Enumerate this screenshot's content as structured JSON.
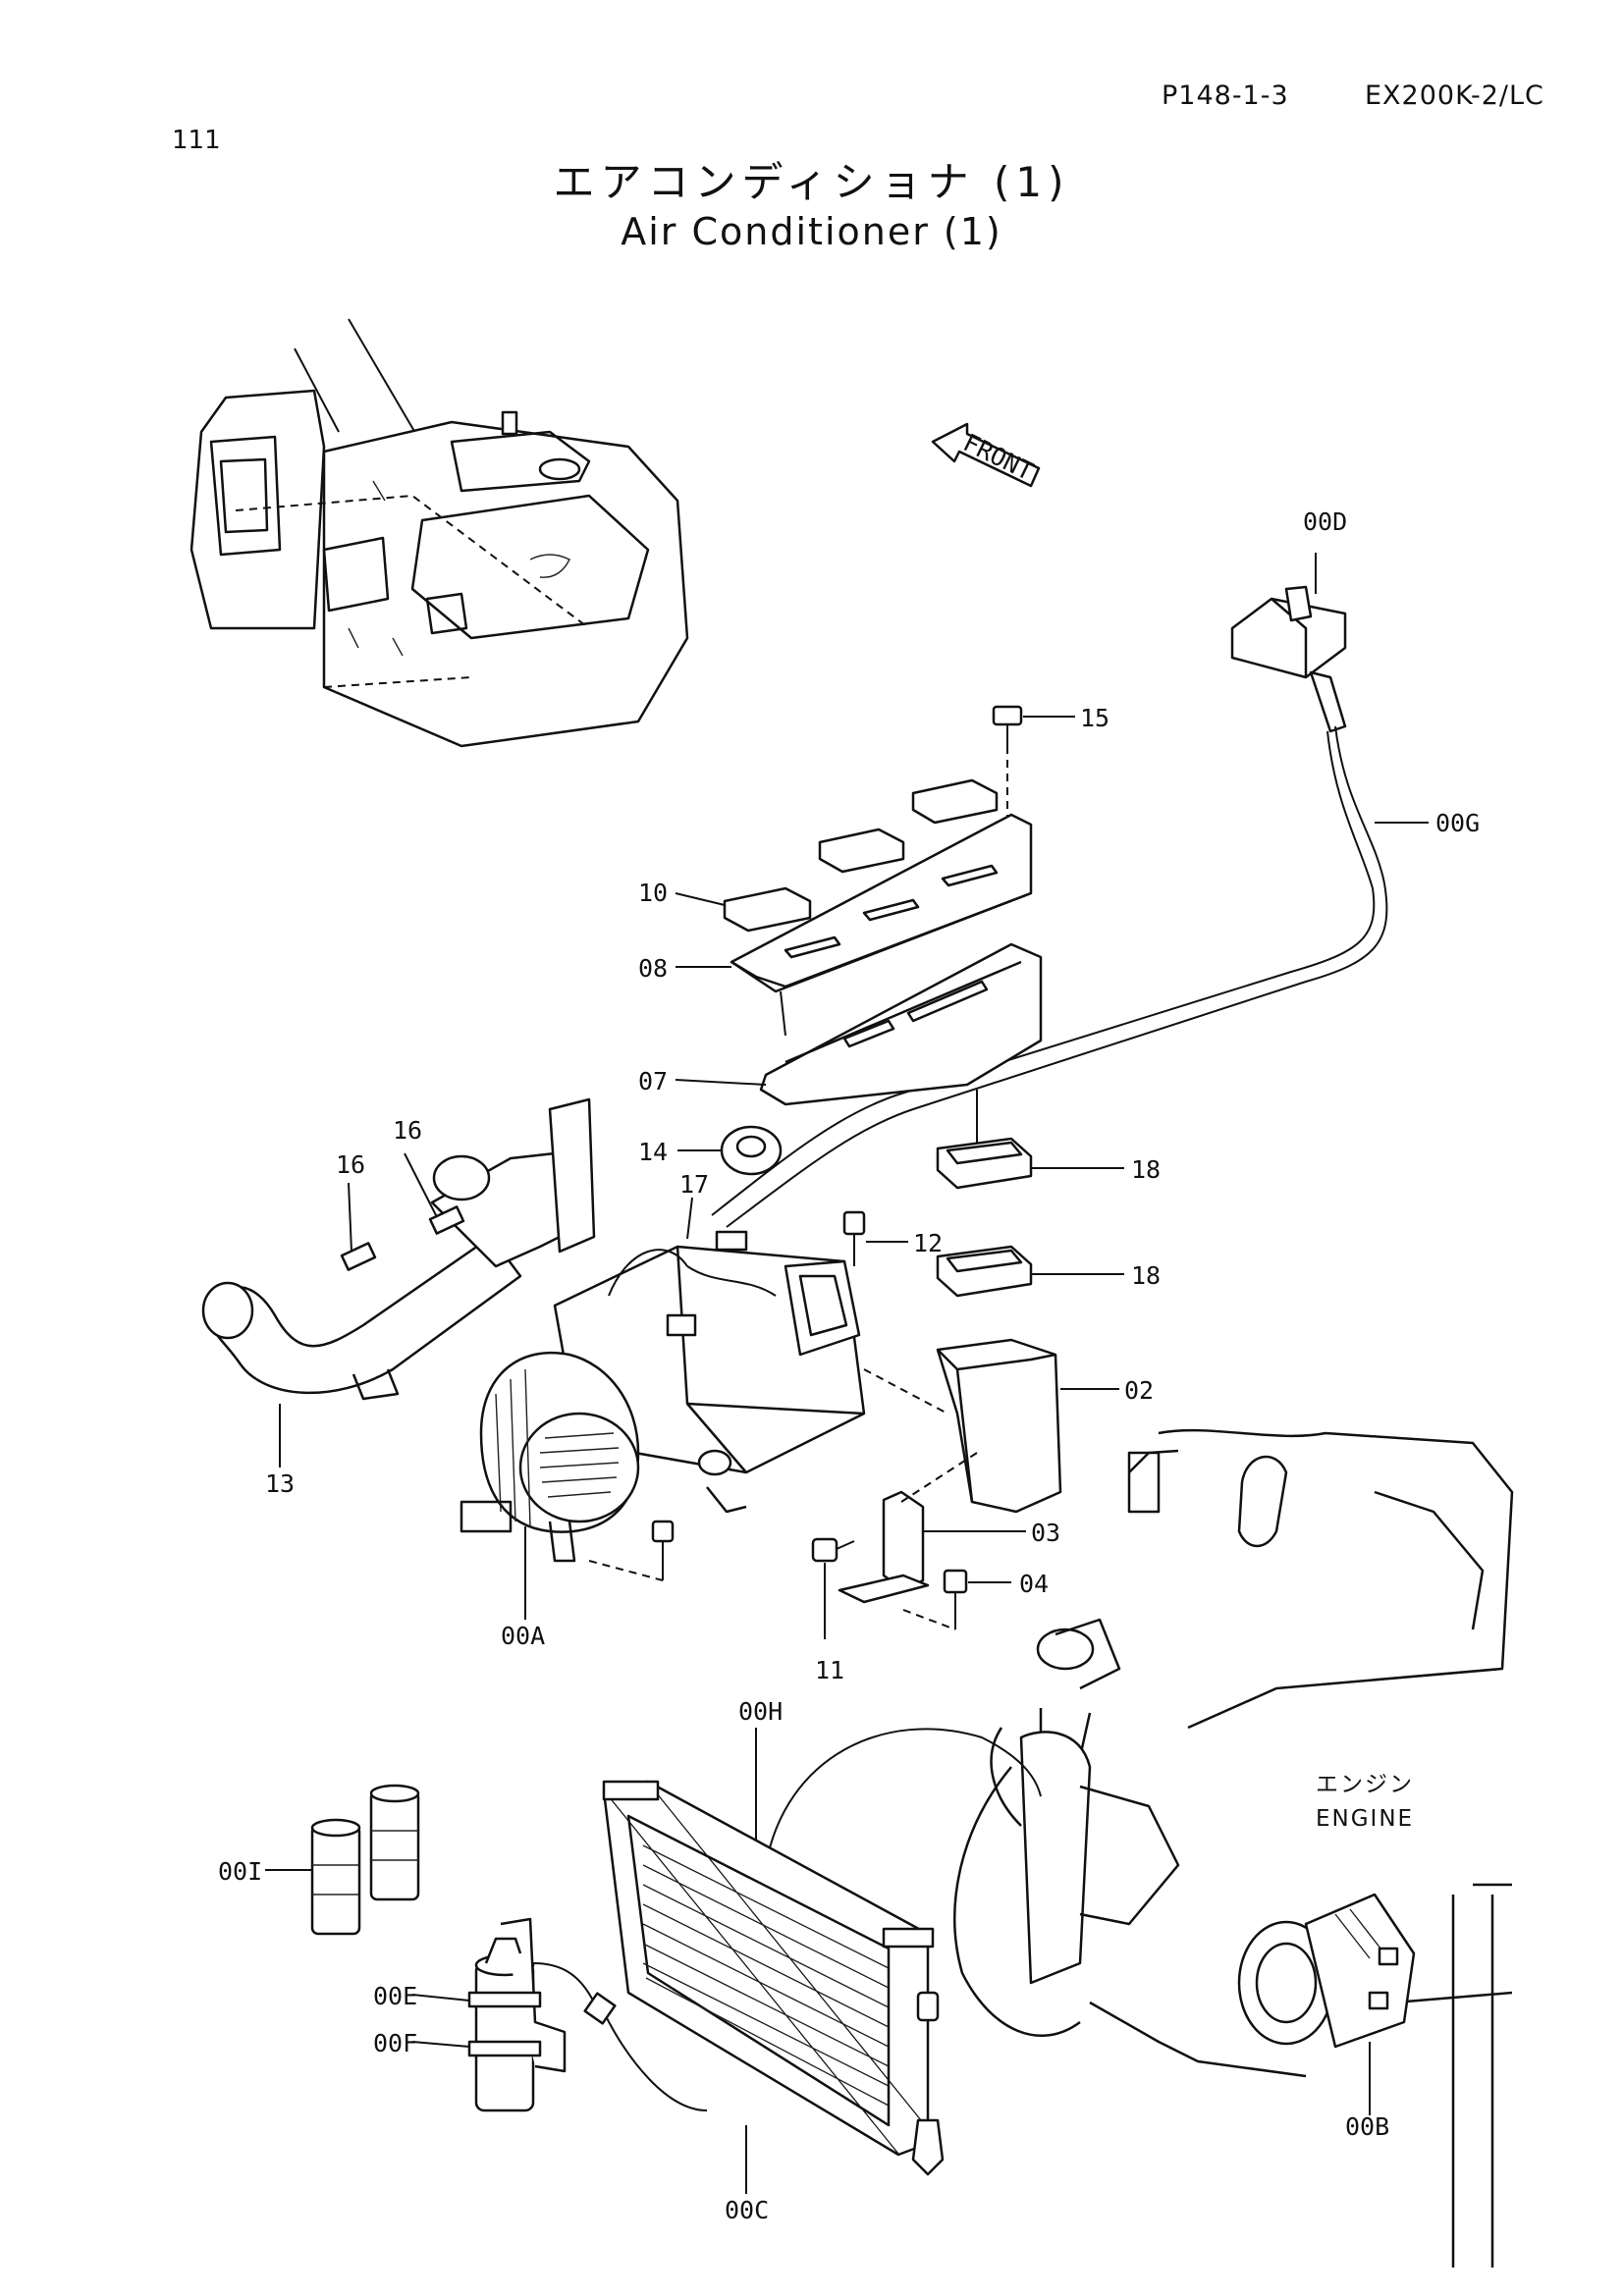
{
  "header": {
    "page_number": "111",
    "doc_ref": "P148-1-3",
    "model": "EX200K-2/LC",
    "title_jp": "エアコンディショナ (1)",
    "title_en": "Air Conditioner (1)"
  },
  "diagram": {
    "front_label": "FRONT",
    "engine_label_jp": "エンジン",
    "engine_label_en": "ENGINE",
    "callouts": {
      "c00D": "00D",
      "c15": "15",
      "c00G": "00G",
      "c10": "10",
      "c08": "08",
      "c07": "07",
      "c14": "14",
      "c18a": "18",
      "c16a": "16",
      "c16b": "16",
      "c17": "17",
      "c12": "12",
      "c18b": "18",
      "c02": "02",
      "c13": "13",
      "c03": "03",
      "c04": "04",
      "c00A": "00A",
      "c11": "11",
      "c00H": "00H",
      "c00I": "00I",
      "c00E": "00E",
      "c00F": "00F",
      "c00C": "00C",
      "c00B": "00B"
    }
  }
}
